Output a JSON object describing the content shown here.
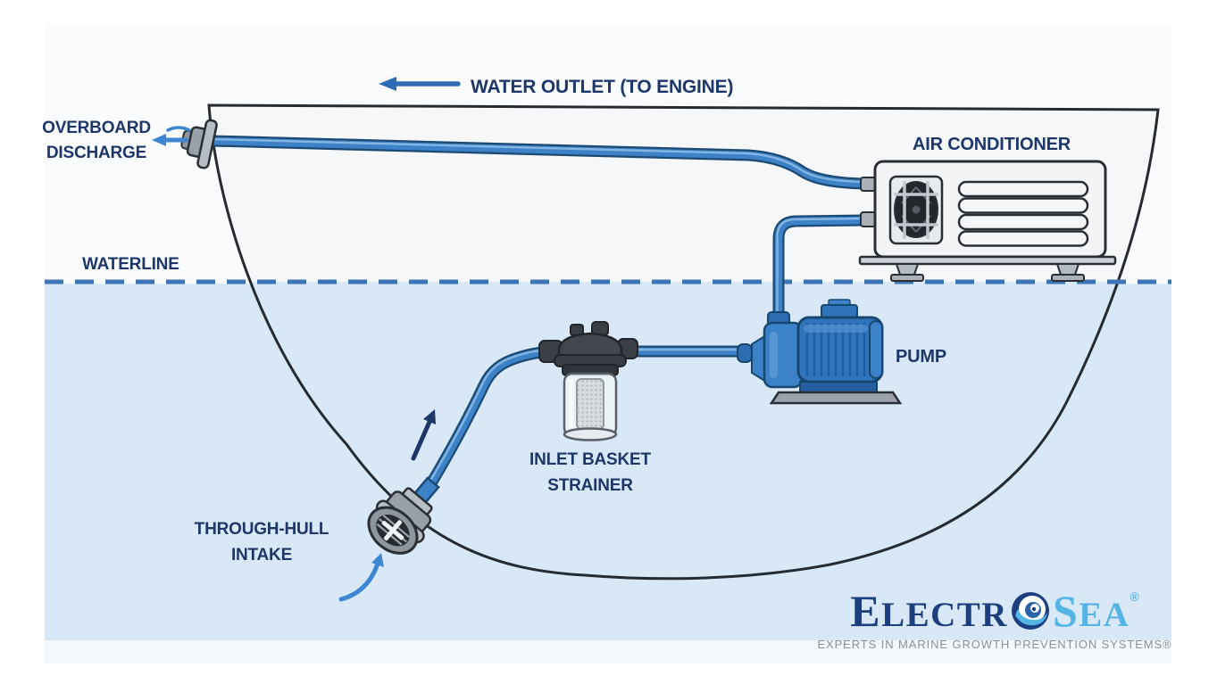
{
  "diagram": {
    "flow_label": "WATER OUTLET (TO ENGINE)",
    "overboard": {
      "line1": "OVERBOARD",
      "line2": "DISCHARGE"
    },
    "air_conditioner_label": "AIR CONDITIONER",
    "waterline_label": "WATERLINE",
    "pump_label": "PUMP",
    "strainer": {
      "line1": "INLET BASKET",
      "line2": "STRAINER"
    },
    "intake": {
      "line1": "THROUGH-HULL",
      "line2": "INTAKE"
    }
  },
  "branding": {
    "logo_part1": "ELECTR",
    "logo_part2": "SEA",
    "registered_mark": "®",
    "tagline": "EXPERTS IN MARINE GROWTH PREVENTION SYSTEMS®"
  },
  "colors": {
    "label_navy": "#1c3768",
    "water": "#d9e8f6",
    "waterline_dash": "#3d74b5",
    "pipe_blue": "#3d82c6",
    "pipe_outline": "#1c4a75",
    "arrow_blue": "#3f86d2",
    "hull_outline": "#262b31",
    "pump_blue": "#2f74bb",
    "logo_navy": "#1e3f7d",
    "logo_light_blue": "#55b4e6",
    "tagline_gray": "#8d9094"
  }
}
